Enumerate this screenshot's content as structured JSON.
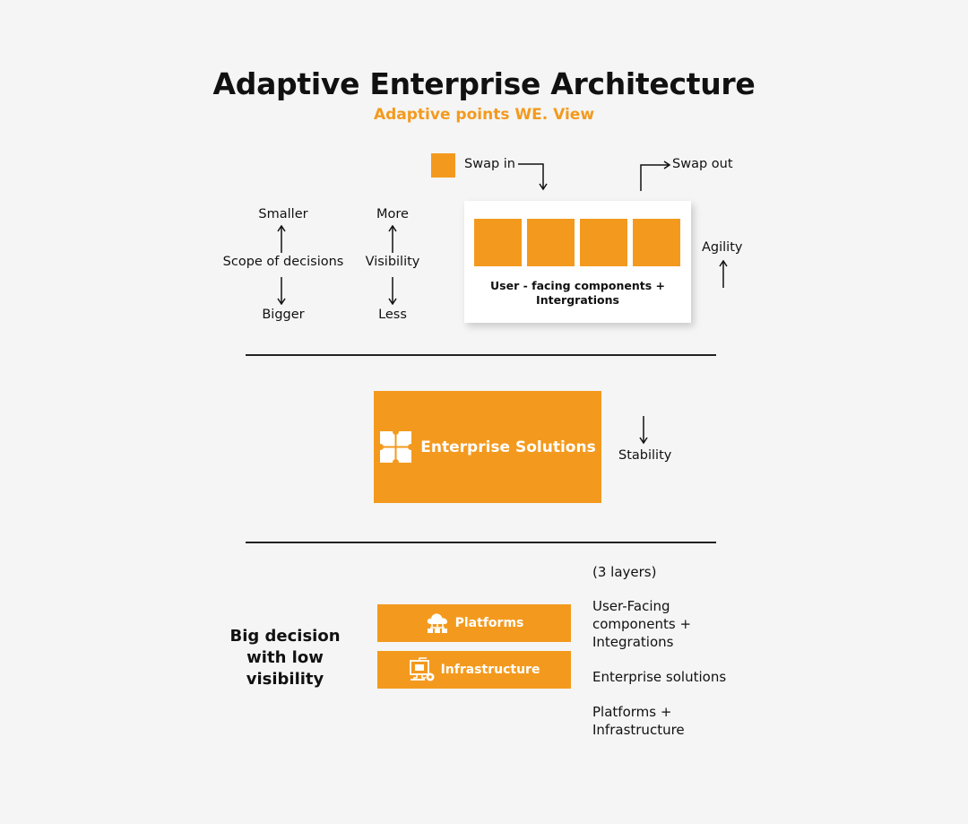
{
  "header": {
    "title": "Adaptive Enterprise Architecture",
    "subtitle": "Adaptive points WE. View"
  },
  "swap": {
    "swap_in": "Swap in",
    "swap_out": "Swap out"
  },
  "scope": {
    "top": "Smaller",
    "middle": "Scope of decisions",
    "bottom": "Bigger"
  },
  "visibility": {
    "top": "More",
    "middle": "Visibility",
    "bottom": "Less"
  },
  "user_facing": {
    "label_line1": "User - facing components +",
    "label_line2": "Intergrations"
  },
  "agility": {
    "label": "Agility"
  },
  "enterprise": {
    "label": "Enterprise Solutions"
  },
  "stability": {
    "label": "Stability"
  },
  "platforms": {
    "label": "Platforms"
  },
  "infrastructure": {
    "label": "Infrastructure"
  },
  "big_decision": {
    "line1": "Big decision",
    "line2": "with low",
    "line3": "visibility"
  },
  "layers": {
    "heading": "(3 layers)",
    "item1_line1": "User-Facing",
    "item1_line2": "components +",
    "item1_line3": "Integrations",
    "item2": "Enterprise solutions",
    "item3_line1": "Platforms +",
    "item3_line2": "Infrastructure"
  },
  "colors": {
    "accent": "#f39a1e",
    "text": "#111111",
    "background": "#f5f5f5"
  },
  "icons": [
    "puzzle-icon",
    "cloud-network-icon",
    "server-monitor-icon"
  ]
}
